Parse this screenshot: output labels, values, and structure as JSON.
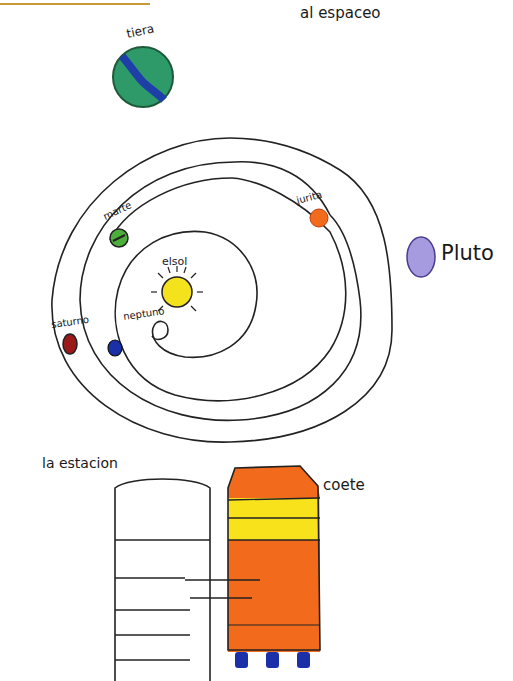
{
  "diagram": {
    "title": "al espaceo",
    "labels": [
      "tiera",
      "marte",
      "jurita",
      "elsol",
      "saturno",
      "neptuno",
      "Pluto",
      "la estacion",
      "coete"
    ]
  }
}
